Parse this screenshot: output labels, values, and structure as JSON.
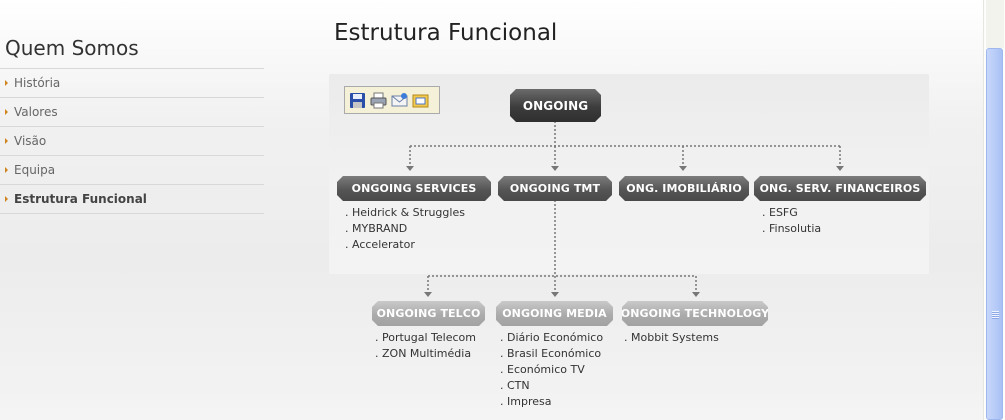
{
  "sidebar": {
    "title": "Quem Somos",
    "items": [
      {
        "label": "História",
        "active": false
      },
      {
        "label": "Valores",
        "active": false
      },
      {
        "label": "Visão",
        "active": false
      },
      {
        "label": "Equipa",
        "active": false
      },
      {
        "label": "Estrutura Funcional",
        "active": true
      }
    ]
  },
  "main": {
    "title": "Estrutura Funcional"
  },
  "toolbar": {
    "icons": [
      "save-icon",
      "print-icon",
      "email-icon",
      "folder-icon"
    ]
  },
  "org": {
    "root": "ONGOING",
    "level1": [
      {
        "label": "ONGOING SERVICES",
        "items": [
          "Heidrick & Struggles",
          "MYBRAND",
          "Accelerator"
        ]
      },
      {
        "label": "ONGOING TMT",
        "items": []
      },
      {
        "label": "ONG. IMOBILIÁRIO",
        "items": []
      },
      {
        "label": "ONG. SERV. FINANCEIROS",
        "items": [
          "ESFG",
          "Finsolutia"
        ]
      }
    ],
    "level2": [
      {
        "label": "ONGOING TELCO",
        "items": [
          "Portugal Telecom",
          "ZON Multimédia"
        ]
      },
      {
        "label": "ONGOING MEDIA",
        "items": [
          "Diário Económico",
          "Brasil Económico",
          "Económico TV",
          "CTN",
          "Impresa"
        ]
      },
      {
        "label": "ONGOING TECHNOLOGY",
        "items": [
          "Mobbit Systems"
        ]
      }
    ]
  },
  "colors": {
    "accent_arrow": "#d0841f",
    "node_dark": "#4a4a4a",
    "node_light": "#a8a8a8",
    "scrollbar_thumb": "#b9cdf8"
  }
}
